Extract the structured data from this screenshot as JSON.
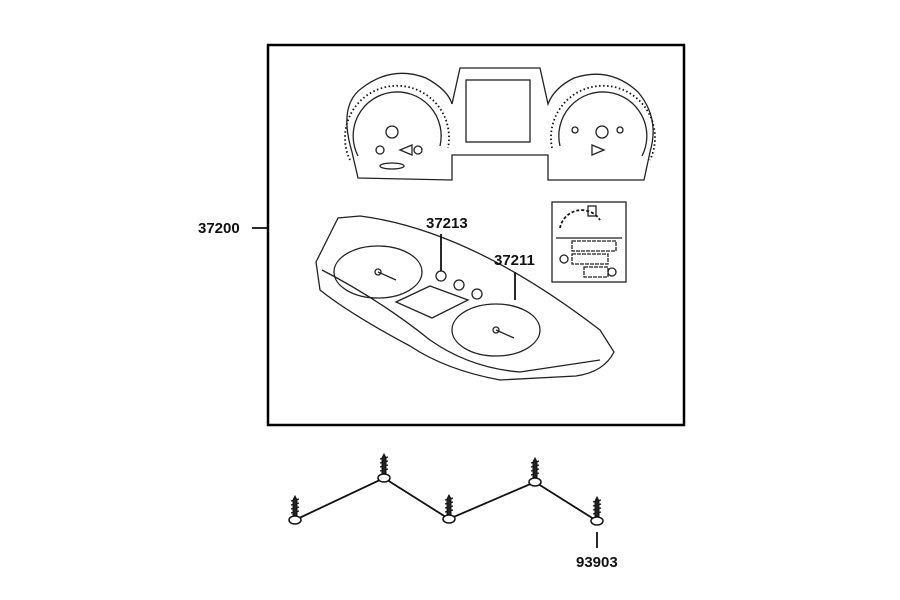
{
  "diagram": {
    "parts": {
      "assembly": "37200",
      "gauge_case": "37211",
      "button": "37213",
      "screw": "93903"
    },
    "screw_count": 5,
    "colors": {
      "line": "#111111",
      "background": "#ffffff"
    }
  }
}
